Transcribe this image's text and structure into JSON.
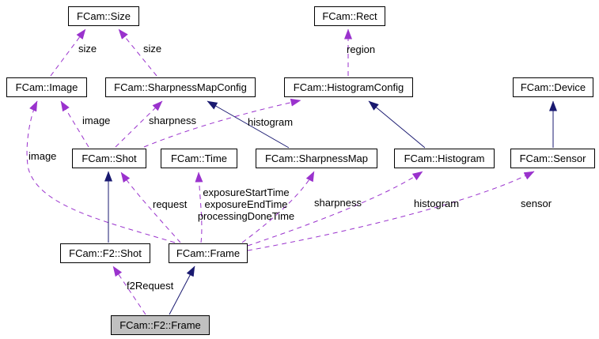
{
  "diagram": {
    "type": "collaboration-graph",
    "colors": {
      "background": "#ffffff",
      "node_border": "#000000",
      "node_fill": "#ffffff",
      "selected_node_fill": "#c0c0c0",
      "usage_edge": "#9a32cd",
      "inheritance_edge": "#191970",
      "text": "#000000"
    },
    "nodes": {
      "size": {
        "label": "FCam::Size"
      },
      "rect": {
        "label": "FCam::Rect"
      },
      "image": {
        "label": "FCam::Image"
      },
      "sharpness_map_config": {
        "label": "FCam::SharpnessMapConfig"
      },
      "histogram_config": {
        "label": "FCam::HistogramConfig"
      },
      "device": {
        "label": "FCam::Device"
      },
      "shot": {
        "label": "FCam::Shot"
      },
      "time": {
        "label": "FCam::Time"
      },
      "sharpness_map": {
        "label": "FCam::SharpnessMap"
      },
      "histogram": {
        "label": "FCam::Histogram"
      },
      "sensor": {
        "label": "FCam::Sensor"
      },
      "f2_shot": {
        "label": "FCam::F2::Shot"
      },
      "frame": {
        "label": "FCam::Frame"
      },
      "f2_frame": {
        "label": "FCam::F2::Frame",
        "selected": true
      }
    },
    "edge_labels": {
      "size_from_image": "size",
      "size_from_sharpness_map_config": "size",
      "region": "region",
      "image_from_shot": "image",
      "sharpness_from_shot": "sharpness",
      "histogram_from_shot": "histogram",
      "image_from_frame": "image",
      "request": "request",
      "exposure_line1": "exposureStartTime",
      "exposure_line2": "exposureEndTime",
      "exposure_line3": "processingDoneTime",
      "sharpness_from_frame": "sharpness",
      "histogram_from_frame": "histogram",
      "sensor_from_frame": "sensor",
      "f2request": "f2Request"
    }
  }
}
